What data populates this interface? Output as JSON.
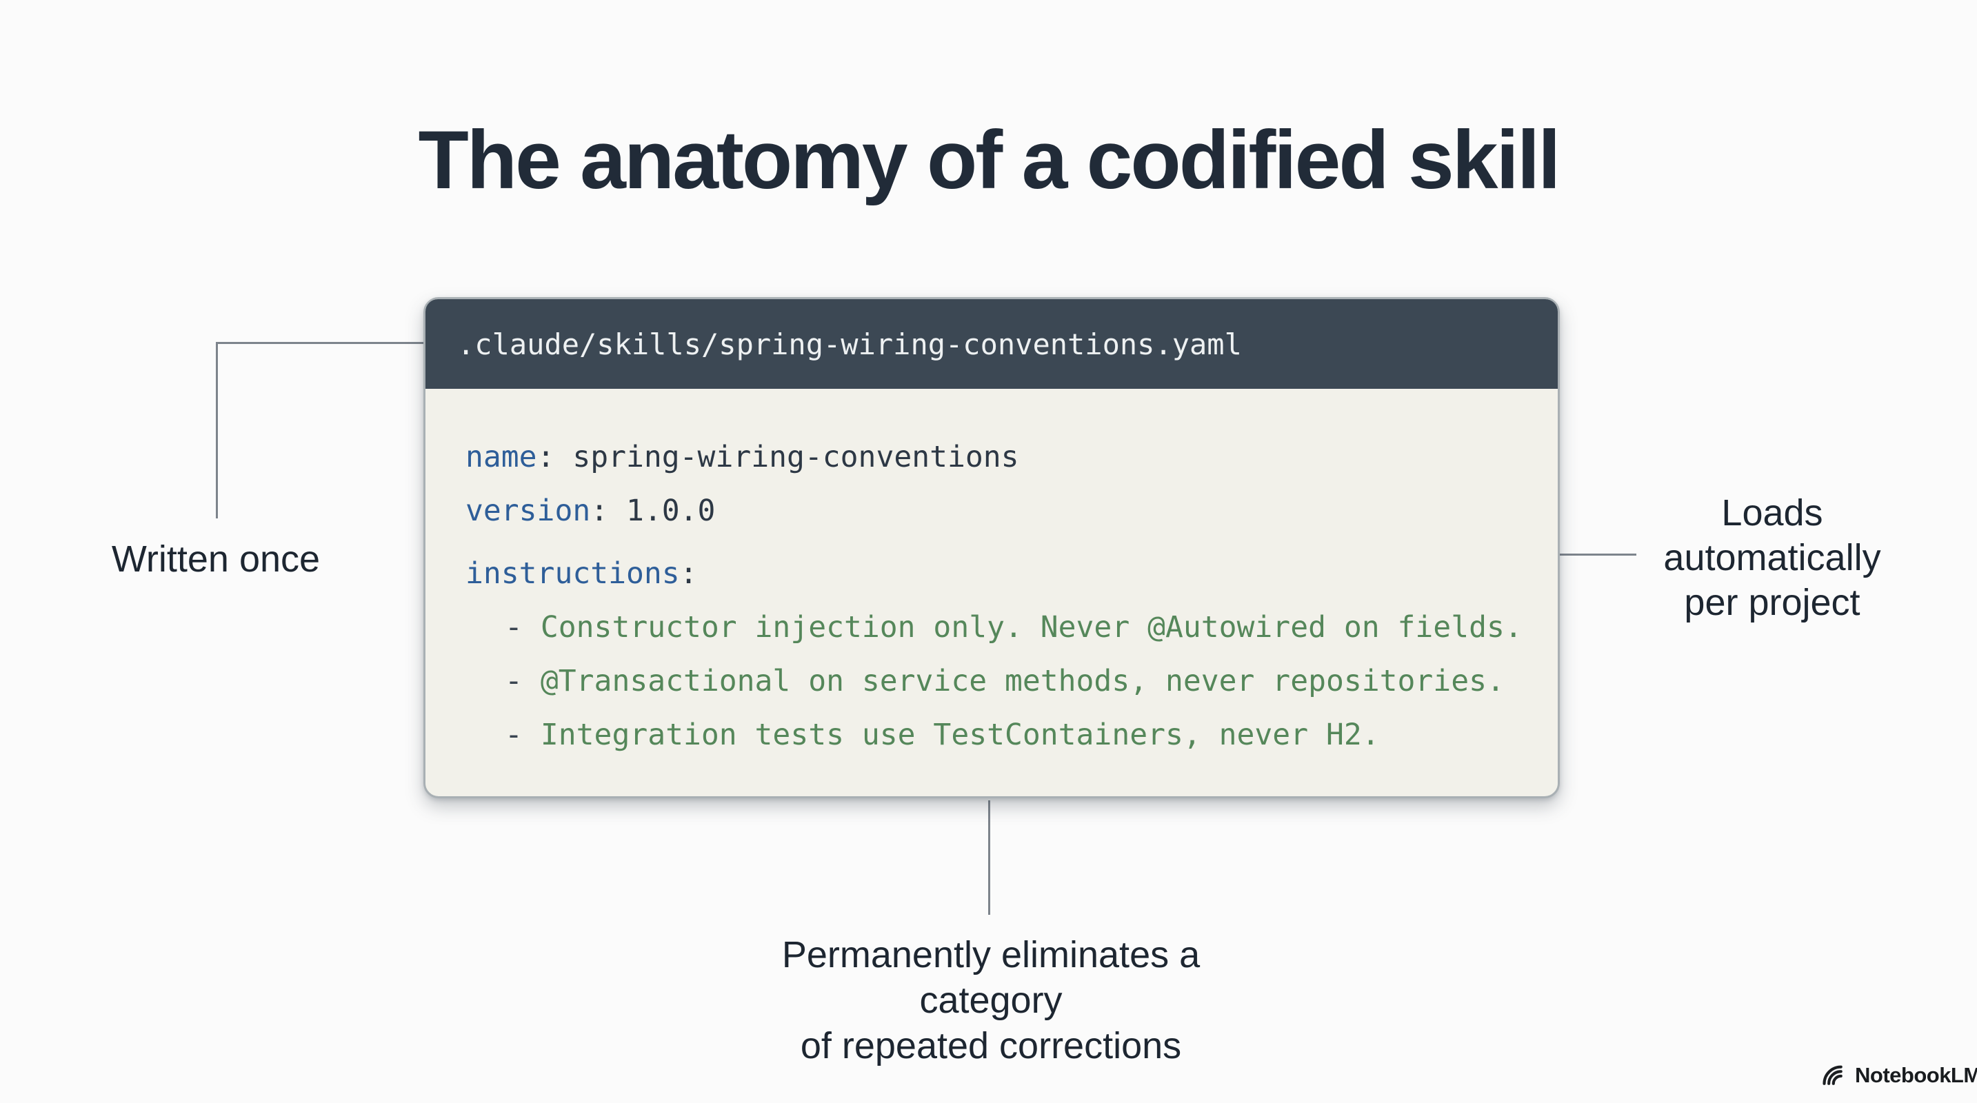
{
  "title": "The anatomy of a codified skill",
  "code_window": {
    "filename": ".claude/skills/spring-wiring-conventions.yaml",
    "lines": {
      "name": {
        "key": "name",
        "rest": ": spring-wiring-conventions"
      },
      "version": {
        "key": "version",
        "rest": ": 1.0.0"
      },
      "instructions": {
        "key": "instructions",
        "rest": ":"
      },
      "bullets": [
        {
          "dash": "-",
          "text": "Constructor injection only. Never @Autowired on fields."
        },
        {
          "dash": "-",
          "text": "@Transactional on service methods, never repositories."
        },
        {
          "dash": "-",
          "text": "Integration tests use TestContainers, never H2."
        }
      ]
    }
  },
  "annotations": {
    "written_once": "Written once",
    "loads": {
      "line1": "Loads",
      "line2": "automatically",
      "line3": "per project"
    },
    "eliminates": {
      "line1": "Permanently eliminates a category",
      "line2": "of repeated corrections"
    }
  },
  "branding": {
    "name": "NotebookLM",
    "icon": "notebooklm-arcs-icon"
  },
  "colors": {
    "page_bg": "#fbfbfb",
    "title_text": "#212b38",
    "header_bg": "#3c4854",
    "header_text": "#eef1f2",
    "body_bg": "#f2f1ea",
    "key_blue": "#2e5e99",
    "code_dark": "#2d3845",
    "instruction_green": "#55875a",
    "connector_gray": "#7d848c",
    "annotation_text": "#1d2631"
  }
}
